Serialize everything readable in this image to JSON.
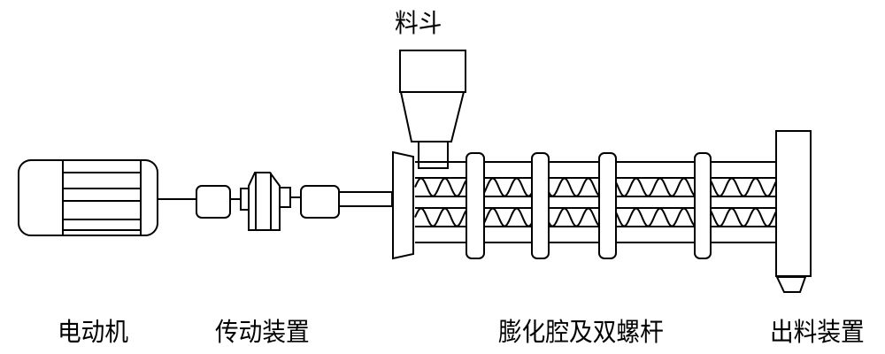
{
  "labels": {
    "hopper": "料斗",
    "motor": "电动机",
    "transmission": "传动装置",
    "chamber": "膨化腔及双螺杆",
    "discharge": "出料装置"
  },
  "colors": {
    "stroke": "#000000",
    "background": "#ffffff"
  }
}
